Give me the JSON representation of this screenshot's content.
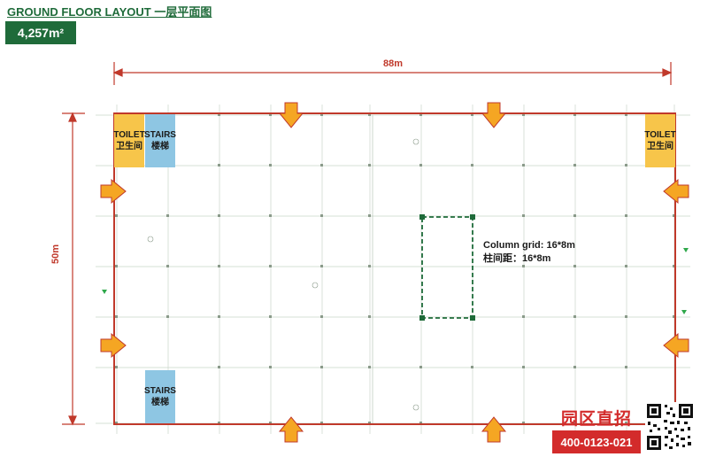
{
  "header": {
    "title": "GROUND FLOOR LAYOUT 一层平面图",
    "area": "4,257m²"
  },
  "dimensions": {
    "width_label": "88m",
    "height_label": "50m"
  },
  "rooms": {
    "toilet_left": {
      "en": "TOILET",
      "zh": "卫生间"
    },
    "toilet_right": {
      "en": "TOILET",
      "zh": "卫生间"
    },
    "stairs_top": {
      "en": "STAIRS",
      "zh": "楼梯"
    },
    "stairs_bottom": {
      "en": "STAIRS",
      "zh": "楼梯"
    }
  },
  "annotation": {
    "column_grid_en": "Column grid: 16*8m",
    "column_grid_zh": "柱间距：16*8m"
  },
  "brand": {
    "name": "园区直招",
    "phone": "400-0123-021"
  },
  "colors": {
    "brand_green": "#1f6b3a",
    "wall_red": "#c0392b",
    "arrow_orange": "#f5a623",
    "toilet_yellow": "#f7c54a",
    "stairs_blue": "#8ec6e3",
    "brand_red": "#d32b2b"
  },
  "icons": {
    "entrance": "entrance-arrow-icon",
    "qr": "qr-code-icon"
  }
}
